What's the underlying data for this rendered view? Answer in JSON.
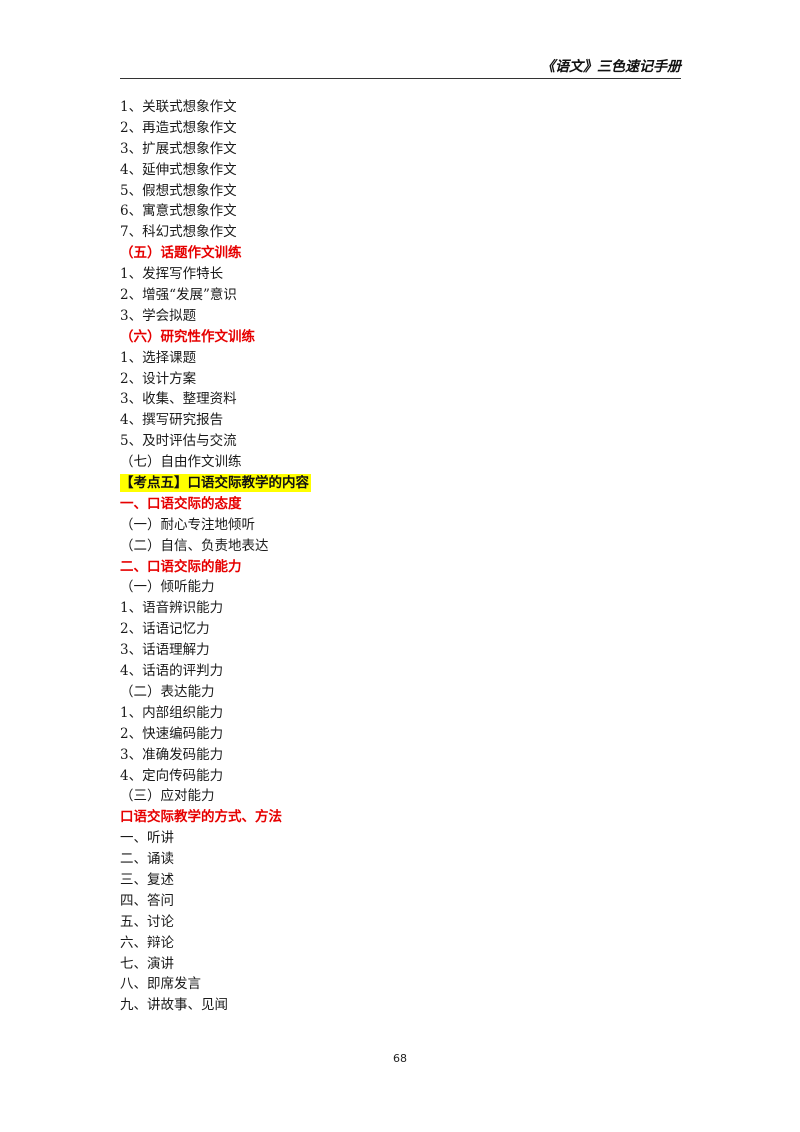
{
  "header": {
    "title": "《语文》三色速记手册"
  },
  "lines": [
    {
      "text": "1、关联式想象作文",
      "style": "normal"
    },
    {
      "text": "2、再造式想象作文",
      "style": "normal"
    },
    {
      "text": "3、扩展式想象作文",
      "style": "normal"
    },
    {
      "text": "4、延伸式想象作文",
      "style": "normal"
    },
    {
      "text": "5、假想式想象作文",
      "style": "normal"
    },
    {
      "text": "6、寓意式想象作文",
      "style": "normal"
    },
    {
      "text": "7、科幻式想象作文",
      "style": "normal"
    },
    {
      "text": "（五）话题作文训练",
      "style": "red"
    },
    {
      "text": "1、发挥写作特长",
      "style": "normal"
    },
    {
      "text": "2、增强“发展”意识",
      "style": "normal"
    },
    {
      "text": "3、学会拟题",
      "style": "normal"
    },
    {
      "text": "（六）研究性作文训练",
      "style": "red"
    },
    {
      "text": "1、选择课题",
      "style": "normal"
    },
    {
      "text": "2、设计方案",
      "style": "normal"
    },
    {
      "text": "3、收集、整理资料",
      "style": "normal"
    },
    {
      "text": "4、撰写研究报告",
      "style": "normal"
    },
    {
      "text": "5、及时评估与交流",
      "style": "normal"
    },
    {
      "text": "（七）自由作文训练",
      "style": "normal"
    },
    {
      "text": "【考点五】口语交际教学的内容",
      "style": "highlight"
    },
    {
      "text": "一、口语交际的态度",
      "style": "red"
    },
    {
      "text": "（一）耐心专注地倾听",
      "style": "normal"
    },
    {
      "text": "（二）自信、负责地表达",
      "style": "normal"
    },
    {
      "text": "二、口语交际的能力",
      "style": "red"
    },
    {
      "text": "（一）倾听能力",
      "style": "normal"
    },
    {
      "text": "1、语音辨识能力",
      "style": "normal"
    },
    {
      "text": "2、话语记忆力",
      "style": "normal"
    },
    {
      "text": "3、话语理解力",
      "style": "normal"
    },
    {
      "text": "4、话语的评判力",
      "style": "normal"
    },
    {
      "text": "（二）表达能力",
      "style": "normal"
    },
    {
      "text": "1、内部组织能力",
      "style": "normal"
    },
    {
      "text": "2、快速编码能力",
      "style": "normal"
    },
    {
      "text": "3、准确发码能力",
      "style": "normal"
    },
    {
      "text": "4、定向传码能力",
      "style": "normal"
    },
    {
      "text": "（三）应对能力",
      "style": "normal"
    },
    {
      "text": "口语交际教学的方式、方法",
      "style": "red"
    },
    {
      "text": "一、听讲",
      "style": "normal"
    },
    {
      "text": "二、诵读",
      "style": "normal"
    },
    {
      "text": "三、复述",
      "style": "normal"
    },
    {
      "text": "四、答问",
      "style": "normal"
    },
    {
      "text": "五、讨论",
      "style": "normal"
    },
    {
      "text": "六、辩论",
      "style": "normal"
    },
    {
      "text": "七、演讲",
      "style": "normal"
    },
    {
      "text": "八、即席发言",
      "style": "normal"
    },
    {
      "text": "九、讲故事、见闻",
      "style": "normal"
    }
  ],
  "footer": {
    "page_number": "68"
  },
  "colors": {
    "heading_red": "#e60000",
    "highlight_yellow": "#ffff00"
  }
}
